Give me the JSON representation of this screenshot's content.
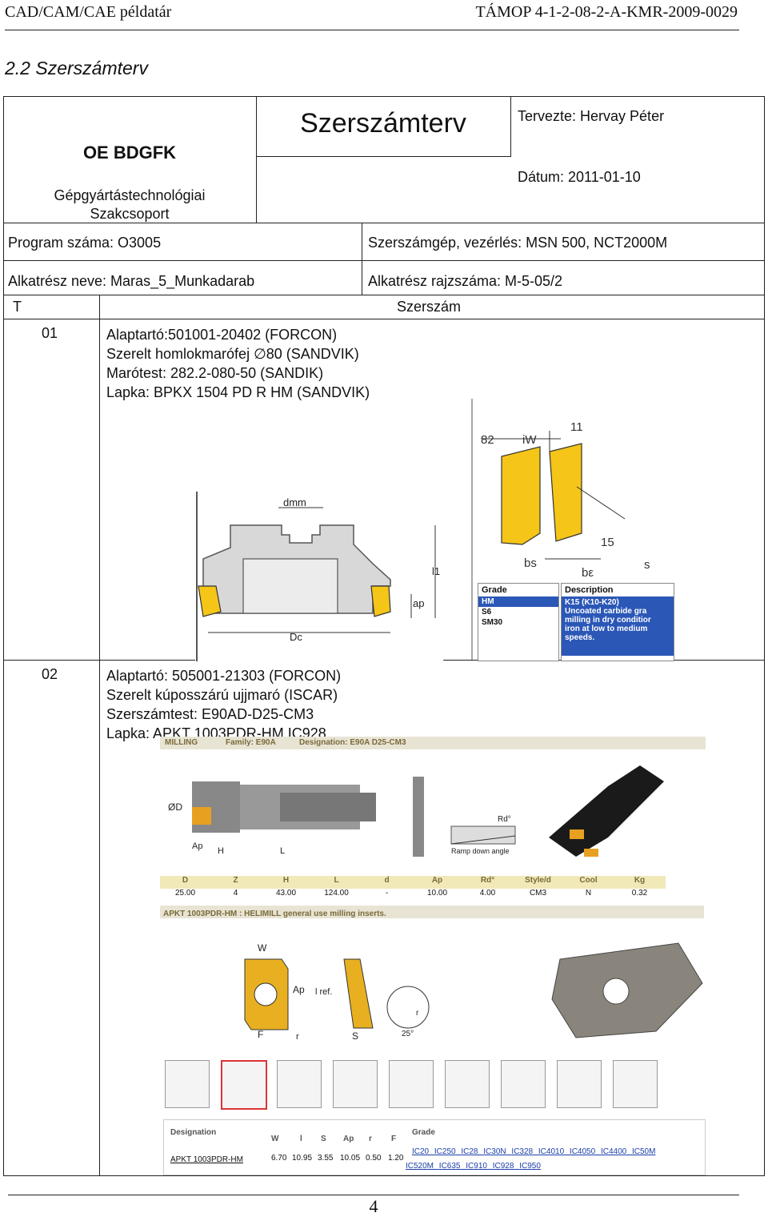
{
  "page_header": {
    "left": "CAD/CAM/CAE példatár",
    "right": "TÁMOP 4-1-2-08-2-A-KMR-2009-0029"
  },
  "section_title": "2.2  Szerszámterv",
  "form": {
    "org_name": "OE BDGFK",
    "org_sub_1": "Gépgyártástechnológiai",
    "org_sub_2": "Szakcsoport",
    "doc_title": "Szerszámterv",
    "designer": "Tervezte: Hervay Péter",
    "date": "Dátum: 2011-01-10",
    "program": "Program száma: O3005",
    "machine": "Szerszámgép, vezérlés: MSN 500, NCT2000M",
    "part_name": "Alkatrész neve: Maras_5_Munkadarab",
    "drawing_no": "Alkatrész rajzszáma: M-5-05/2",
    "col_t": "T",
    "col_tool": "Szerszám"
  },
  "tools": [
    {
      "no": "01",
      "lines": [
        "Alaptartó:501001-20402 (FORCON)",
        "Szerelt homlokmarófej ∅80 (SANDVIK)",
        "Marótest: 282.2-080-50 (SANDIK)",
        "Lapka: BPKX 1504 PD R HM (SANDVIK)"
      ]
    },
    {
      "no": "02",
      "lines": [
        "Alaptartó: 505001-21303 (FORCON)",
        "Szerelt kúposszárú ujjmaró (ISCAR)",
        "Szerszámtest: E90AD-D25-CM3",
        "Lapka: APKT 1003PDR-HM IC928"
      ]
    }
  ],
  "fig1": {
    "labels": {
      "dmm": "dmm",
      "l1": "l1",
      "ap": "ap",
      "dc": "Dc"
    }
  },
  "fig2": {
    "labels": {
      "a82": "82",
      "iw": "iW",
      "a11": "11",
      "a15": "15",
      "bs": "bs",
      "be": "bε",
      "s": "s"
    },
    "grade_header": "Grade",
    "desc_header": "Description",
    "grades": [
      "HM",
      "S6",
      "SM30"
    ],
    "desc_lines": [
      "K15 (K10-K20)",
      "Uncoated carbide gra",
      "milling in dry conditior",
      "iron at low to medium",
      "speeds."
    ]
  },
  "fig3": {
    "milling": "MILLING",
    "family": "Family: E90A",
    "designation": "Designation: E90A D25-CM3",
    "labels": {
      "od": "ØD",
      "ap": "Ap",
      "h": "H",
      "l": "L",
      "rd": "Rd°",
      "ramp": "Ramp down angle"
    },
    "table_headers": [
      "D",
      "Z",
      "H",
      "L",
      "d",
      "Ap",
      "Rd°",
      "Style/d",
      "Cool",
      "Kg"
    ],
    "table_values": [
      "25.00",
      "4",
      "43.00",
      "124.00",
      "-",
      "10.00",
      "4.00",
      "CM3",
      "N",
      "0.32"
    ],
    "insert_caption": "APKT 1003PDR-HM : HELIMILL general use milling inserts.",
    "insert_labels": {
      "w": "W",
      "ap": "Ap",
      "lref": "l ref.",
      "f": "F",
      "r": "r",
      "s": "S",
      "r2": "r",
      "ang": "25°"
    },
    "spec_headers": [
      "Designation",
      "W",
      "l",
      "S",
      "Ap",
      "r",
      "F",
      "Grade"
    ],
    "spec_values": [
      "APKT 1003PDR-HM",
      "6.70",
      "10.95",
      "3.55",
      "10.05",
      "0.50",
      "1.20"
    ],
    "grades_row1": [
      "IC20",
      "IC250",
      "IC28",
      "IC30N",
      "IC328",
      "IC4010",
      "IC4050",
      "IC4400",
      "IC50M"
    ],
    "grades_row2": [
      "IC520M",
      "IC635",
      "IC910",
      "IC928",
      "IC950"
    ]
  },
  "page_number": "4"
}
